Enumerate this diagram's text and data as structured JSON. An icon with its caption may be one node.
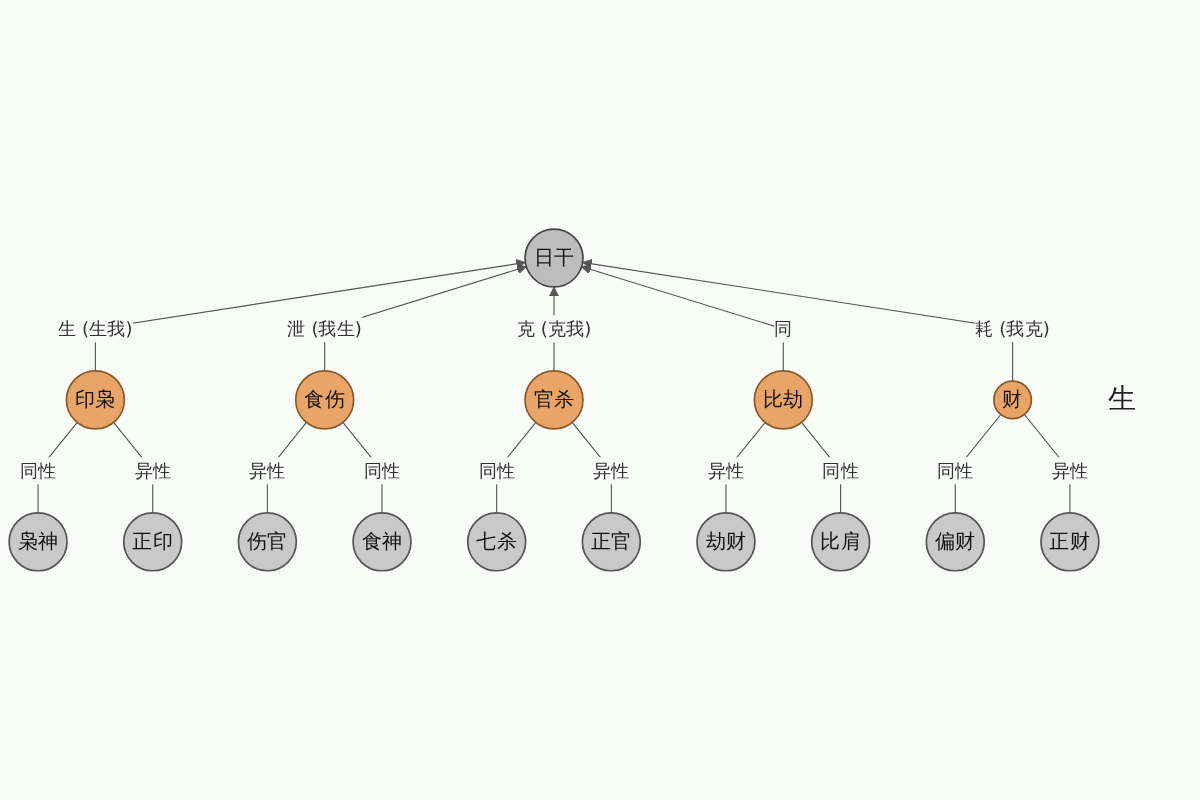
{
  "diagram": {
    "nodes": [
      {
        "text": [
          "日干"
        ]
      },
      {
        "text": [
          "枭神"
        ]
      },
      {
        "text": [
          "正印"
        ]
      },
      {
        "text": [
          "印枭"
        ]
      },
      {
        "text": [
          "伤官"
        ]
      },
      {
        "text": [
          "七杀"
        ]
      },
      {
        "text": [
          "食伤"
        ]
      },
      {
        "text": [
          "官杀"
        ]
      },
      {
        "text": [
          "食神"
        ]
      },
      {
        "text": [
          "正官"
        ]
      },
      {
        "text": [
          "比劫"
        ]
      },
      {
        "text": [
          "财"
        ]
      },
      {
        "text": [
          "劫财"
        ]
      },
      {
        "text": [
          "偏财"
        ]
      },
      {
        "text": [
          "比肩"
        ]
      },
      {
        "text": [
          "正财"
        ]
      }
    ],
    "edges": [
      {
        "from": 3,
        "to": 0,
        "arrow": "to",
        "label": "生 (生我)"
      },
      {
        "from": 6,
        "to": 0,
        "arrow": "to",
        "label": "泄 (我生)"
      },
      {
        "from": 7,
        "to": 0,
        "arrow": "to",
        "label": "克 (克我)"
      },
      {
        "from": 10,
        "to": 0,
        "arrow": "to",
        "label": "同"
      },
      {
        "from": 11,
        "to": 0,
        "arrow": "to",
        "label": "耗 (我克)"
      },
      {
        "from": 1,
        "to": 3,
        "arrow": "none",
        "label": "同性"
      },
      {
        "from": 2,
        "to": 3,
        "arrow": "none",
        "label": "异性"
      },
      {
        "from": 4,
        "to": 6,
        "arrow": "none",
        "label": "异性"
      },
      {
        "from": 8,
        "to": 6,
        "arrow": "none",
        "label": "同性"
      },
      {
        "from": 5,
        "to": 7,
        "arrow": "none",
        "label": "同性"
      },
      {
        "from": 9,
        "to": 7,
        "arrow": "none",
        "label": "异性"
      },
      {
        "from": 12,
        "to": 10,
        "arrow": "none",
        "label": "异性"
      },
      {
        "from": 14,
        "to": 10,
        "arrow": "none",
        "label": "同性"
      },
      {
        "from": 13,
        "to": 11,
        "arrow": "none",
        "label": "同性"
      },
      {
        "from": 15,
        "to": 11,
        "arrow": "none",
        "label": "异性"
      }
    ],
    "labels": [
      "生"
    ]
  }
}
